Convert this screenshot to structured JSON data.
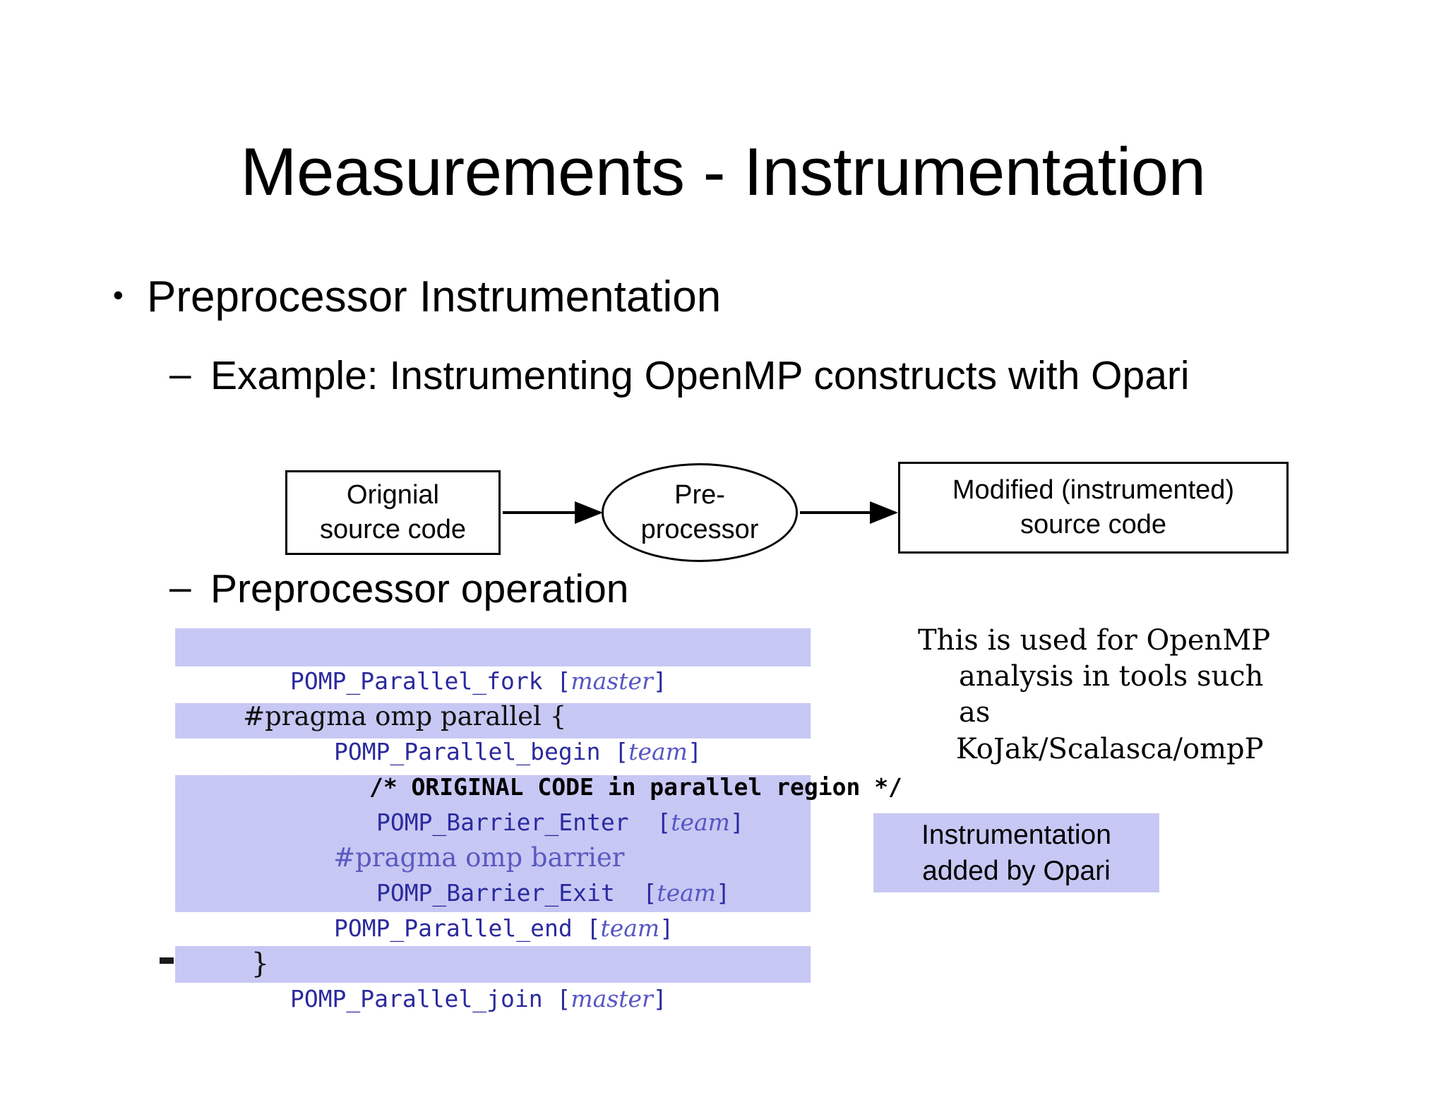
{
  "slide": {
    "title": "Measurements - Instrumentation",
    "background_color": "#ffffff",
    "text_color": "#000000"
  },
  "bullets": {
    "level1": [
      {
        "marker": "•",
        "text": "Preprocessor Instrumentation"
      }
    ],
    "level2": [
      {
        "marker": "–",
        "text": "Example: Instrumenting OpenMP constructs with Opari"
      },
      {
        "marker": "–",
        "text": "Preprocessor operation"
      }
    ]
  },
  "flow_diagram": {
    "nodes": [
      {
        "id": "original-source",
        "shape": "rectangle",
        "line1": "Orignial",
        "line2": "source code"
      },
      {
        "id": "preprocessor",
        "shape": "ellipse",
        "line1": "Pre-",
        "line2": "processor"
      },
      {
        "id": "modified-source",
        "shape": "rectangle",
        "line1": "Modified (instrumented)",
        "line2": "source code"
      }
    ],
    "arrows": [
      {
        "from": "original-source",
        "to": "preprocessor"
      },
      {
        "from": "preprocessor",
        "to": "modified-source"
      }
    ]
  },
  "code_block": {
    "highlight_color": "#aeaef0",
    "highlight_meaning": "Instrumentation added by Opari",
    "lines": [
      {
        "id": "line-fork",
        "indent": 0,
        "code": "POMP_Parallel_fork",
        "param": "master",
        "style": "mono-blue",
        "highlighted": true
      },
      {
        "id": "line-pragma-parallel",
        "indent": 0,
        "code": "#pragma omp parallel {",
        "param": "",
        "style": "serif",
        "highlighted": false
      },
      {
        "id": "line-begin",
        "indent": 1,
        "code": "POMP_Parallel_begin",
        "param": "team",
        "style": "mono-blue",
        "highlighted": true
      },
      {
        "id": "line-original-code",
        "indent": 2,
        "code": "/* ORIGINAL CODE in parallel region */",
        "param": "",
        "style": "mono-black",
        "highlighted": false
      },
      {
        "id": "line-barrier-enter",
        "indent": 2,
        "code": "POMP_Barrier_Enter",
        "param": "team",
        "style": "mono-blue",
        "highlighted": true
      },
      {
        "id": "line-pragma-barrier",
        "indent": 2,
        "code": "#pragma omp barrier",
        "param": "",
        "style": "serif-blue",
        "highlighted": true
      },
      {
        "id": "line-barrier-exit",
        "indent": 2,
        "code": "POMP_Barrier_Exit",
        "param": "team",
        "style": "mono-blue",
        "highlighted": true
      },
      {
        "id": "line-parallel-end",
        "indent": 1,
        "code": "POMP_Parallel_end",
        "param": "team",
        "style": "mono-blue",
        "highlighted": true
      },
      {
        "id": "line-close-brace",
        "indent": 0,
        "code": "}",
        "param": "",
        "style": "serif",
        "highlighted": false
      },
      {
        "id": "line-join",
        "indent": 0,
        "code": "POMP_Parallel_join",
        "param": "master",
        "style": "mono-blue",
        "highlighted": true
      }
    ]
  },
  "annotation": {
    "line1": "This is used for OpenMP",
    "line2": "analysis in tools such as",
    "line3": "KoJak/Scalasca/ompP"
  },
  "legend": {
    "line1": "Instrumentation",
    "line2": "added by Opari",
    "swatch_color": "#aeaef0"
  }
}
